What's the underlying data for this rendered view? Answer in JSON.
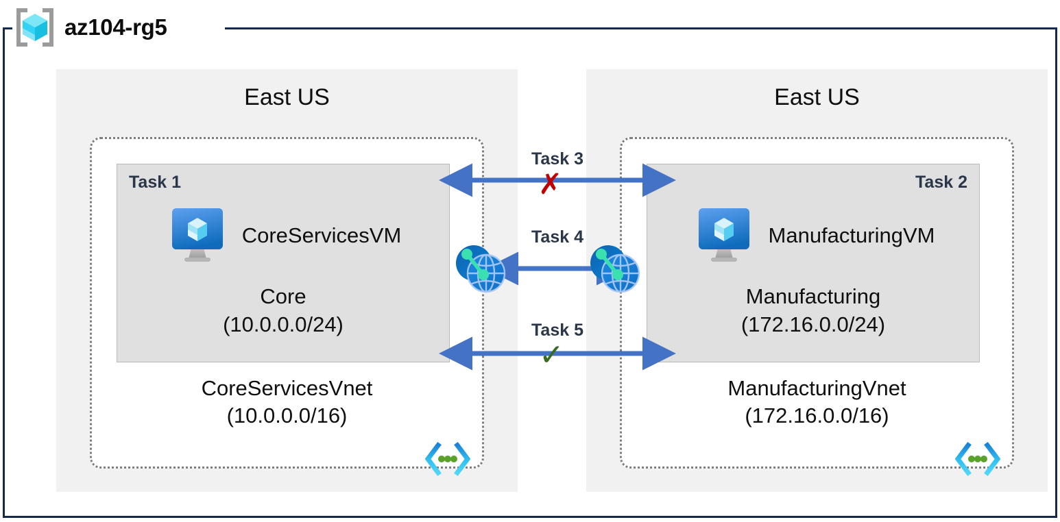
{
  "resource_group": {
    "name": "az104-rg5",
    "icon": "resource-group-cube-icon"
  },
  "regions": [
    {
      "label": "East US",
      "vnet": {
        "name": "CoreServicesVnet",
        "cidr": "(10.0.0.0/16)",
        "label": "CoreServicesVnet\n(10.0.0.0/16)",
        "icon": "vnet-chevrons-icon"
      },
      "subnet": {
        "task_tag": "Task 1",
        "name": "Core",
        "cidr": "(10.0.0.0/24)",
        "label": "Core\n(10.0.0.0/24)",
        "vm": {
          "name": "CoreServicesVM",
          "icon": "virtual-machine-icon"
        }
      }
    },
    {
      "label": "East US",
      "vnet": {
        "name": "ManufacturingVnet",
        "cidr": "(172.16.0.0/16)",
        "label": "ManufacturingVnet\n(172.16.0.0/16)",
        "icon": "vnet-chevrons-icon"
      },
      "subnet": {
        "task_tag": "Task 2",
        "name": "Manufacturing",
        "cidr": "(172.16.0.0/24)",
        "label": "Manufacturing\n(172.16.0.0/24)",
        "vm": {
          "name": "ManufacturingVM",
          "icon": "virtual-machine-icon"
        }
      }
    }
  ],
  "connectors": [
    {
      "id": "task3",
      "label": "Task 3",
      "marker": "✗",
      "marker_name": "red-x-icon",
      "marker_color": "#c00000",
      "direction": "bidirectional"
    },
    {
      "id": "task4",
      "label": "Task 4",
      "marker": "",
      "marker_name": "peering-link",
      "direction": "bidirectional",
      "endpoint_icon": "vnet-peering-icon"
    },
    {
      "id": "task5",
      "label": "Task 5",
      "marker": "✓",
      "marker_name": "green-check-icon",
      "marker_color": "#3a6b1f",
      "direction": "bidirectional"
    }
  ],
  "colors": {
    "frame_border": "#17294a",
    "region_background": "#f1f1f1",
    "subnet_background": "#e0e0e0",
    "vnet_border": "#7d7d7d",
    "arrow": "#4472c4",
    "task_label": "#2b3648",
    "success": "#3a6b1f",
    "failure": "#c00000",
    "azure_blue": "#0078d4"
  }
}
